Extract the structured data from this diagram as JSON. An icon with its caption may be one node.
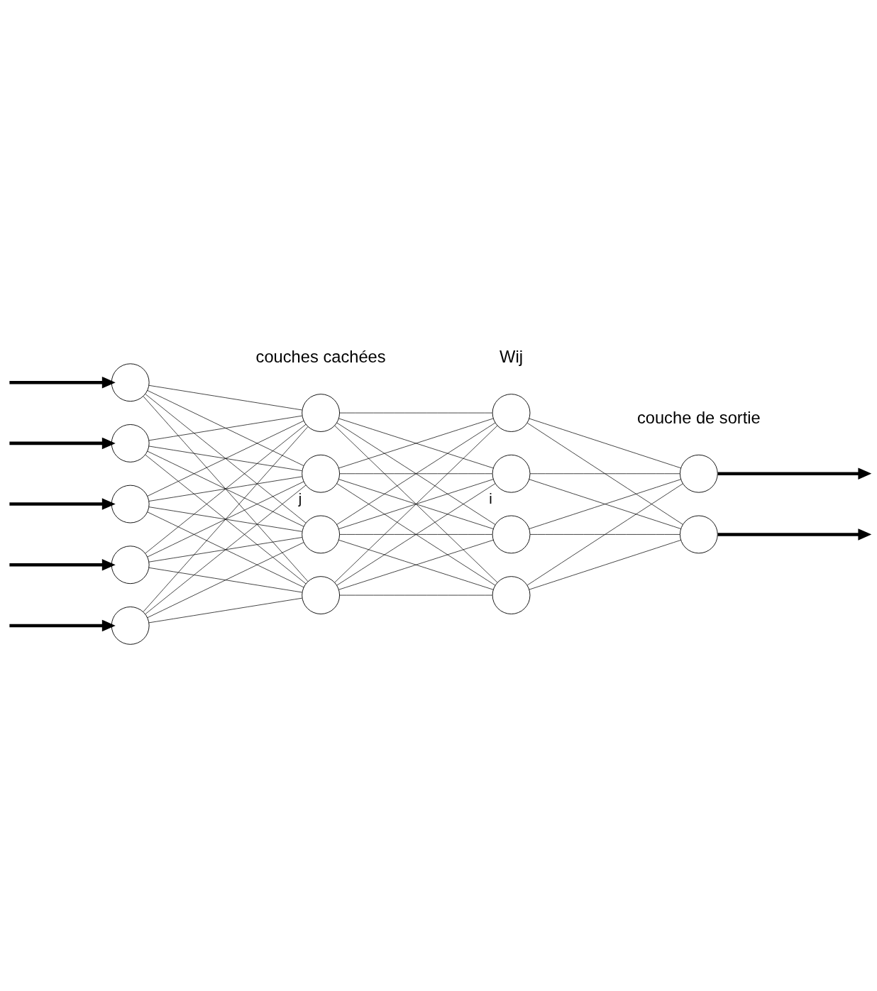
{
  "diagram": {
    "nodes": [
      {
        "text": [],
        "shape": "circle"
      },
      {
        "text": [],
        "shape": "circle"
      },
      {
        "text": [],
        "shape": "circle"
      },
      {
        "text": [],
        "shape": "circle"
      },
      {
        "text": [],
        "shape": "circle"
      },
      {
        "text": [],
        "shape": "circle"
      },
      {
        "text": [],
        "shape": "circle"
      },
      {
        "text": [],
        "shape": "circle"
      },
      {
        "text": [],
        "shape": "circle",
        "beside": [
          "j"
        ]
      },
      {
        "text": [],
        "shape": "circle"
      },
      {
        "text": [],
        "shape": "circle"
      },
      {
        "text": [],
        "shape": "circle"
      },
      {
        "text": [],
        "shape": "circle",
        "beside": [
          "i"
        ]
      },
      {
        "text": [],
        "shape": "circle"
      },
      {
        "text": [],
        "shape": "circle"
      }
    ],
    "edges": [
      {
        "from": null,
        "to": 0,
        "arrow": "to",
        "style": "thick"
      },
      {
        "from": null,
        "to": 1,
        "arrow": "to",
        "style": "thick"
      },
      {
        "from": null,
        "to": 2,
        "arrow": "to",
        "style": "thick"
      },
      {
        "from": null,
        "to": 3,
        "arrow": "to",
        "style": "thick"
      },
      {
        "from": null,
        "to": 4,
        "arrow": "to",
        "style": "thick"
      },
      {
        "from": 0,
        "to": 5,
        "arrow": "none"
      },
      {
        "from": 0,
        "to": 6,
        "arrow": "none"
      },
      {
        "from": 0,
        "to": 7,
        "arrow": "none"
      },
      {
        "from": 0,
        "to": 8,
        "arrow": "none"
      },
      {
        "from": 1,
        "to": 5,
        "arrow": "none"
      },
      {
        "from": 1,
        "to": 6,
        "arrow": "none"
      },
      {
        "from": 1,
        "to": 7,
        "arrow": "none"
      },
      {
        "from": 1,
        "to": 8,
        "arrow": "none"
      },
      {
        "from": 2,
        "to": 5,
        "arrow": "none"
      },
      {
        "from": 2,
        "to": 6,
        "arrow": "none"
      },
      {
        "from": 2,
        "to": 7,
        "arrow": "none"
      },
      {
        "from": 2,
        "to": 8,
        "arrow": "none"
      },
      {
        "from": 3,
        "to": 5,
        "arrow": "none"
      },
      {
        "from": 3,
        "to": 6,
        "arrow": "none"
      },
      {
        "from": 3,
        "to": 7,
        "arrow": "none"
      },
      {
        "from": 3,
        "to": 8,
        "arrow": "none"
      },
      {
        "from": 4,
        "to": 5,
        "arrow": "none"
      },
      {
        "from": 4,
        "to": 6,
        "arrow": "none"
      },
      {
        "from": 4,
        "to": 7,
        "arrow": "none"
      },
      {
        "from": 4,
        "to": 8,
        "arrow": "none"
      },
      {
        "from": 5,
        "to": 9,
        "arrow": "none"
      },
      {
        "from": 5,
        "to": 10,
        "arrow": "none"
      },
      {
        "from": 5,
        "to": 11,
        "arrow": "none"
      },
      {
        "from": 5,
        "to": 12,
        "arrow": "none"
      },
      {
        "from": 6,
        "to": 9,
        "arrow": "none"
      },
      {
        "from": 6,
        "to": 10,
        "arrow": "none"
      },
      {
        "from": 6,
        "to": 11,
        "arrow": "none"
      },
      {
        "from": 6,
        "to": 12,
        "arrow": "none"
      },
      {
        "from": 7,
        "to": 9,
        "arrow": "none"
      },
      {
        "from": 7,
        "to": 10,
        "arrow": "none"
      },
      {
        "from": 7,
        "to": 11,
        "arrow": "none"
      },
      {
        "from": 7,
        "to": 12,
        "arrow": "none"
      },
      {
        "from": 8,
        "to": 9,
        "arrow": "none"
      },
      {
        "from": 8,
        "to": 10,
        "arrow": "none"
      },
      {
        "from": 8,
        "to": 11,
        "arrow": "none"
      },
      {
        "from": 8,
        "to": 12,
        "arrow": "none"
      },
      {
        "from": 9,
        "to": 13,
        "arrow": "none"
      },
      {
        "from": 9,
        "to": 14,
        "arrow": "none"
      },
      {
        "from": 10,
        "to": 13,
        "arrow": "none"
      },
      {
        "from": 10,
        "to": 14,
        "arrow": "none"
      },
      {
        "from": 11,
        "to": 13,
        "arrow": "none"
      },
      {
        "from": 11,
        "to": 14,
        "arrow": "none"
      },
      {
        "from": 12,
        "to": 13,
        "arrow": "none"
      },
      {
        "from": 12,
        "to": 14,
        "arrow": "none"
      },
      {
        "from": 13,
        "to": null,
        "arrow": "to",
        "style": "thick"
      },
      {
        "from": 14,
        "to": null,
        "arrow": "to",
        "style": "thick"
      }
    ],
    "labels": [
      "couches cachées",
      "couche de sortie",
      "Wij"
    ]
  }
}
